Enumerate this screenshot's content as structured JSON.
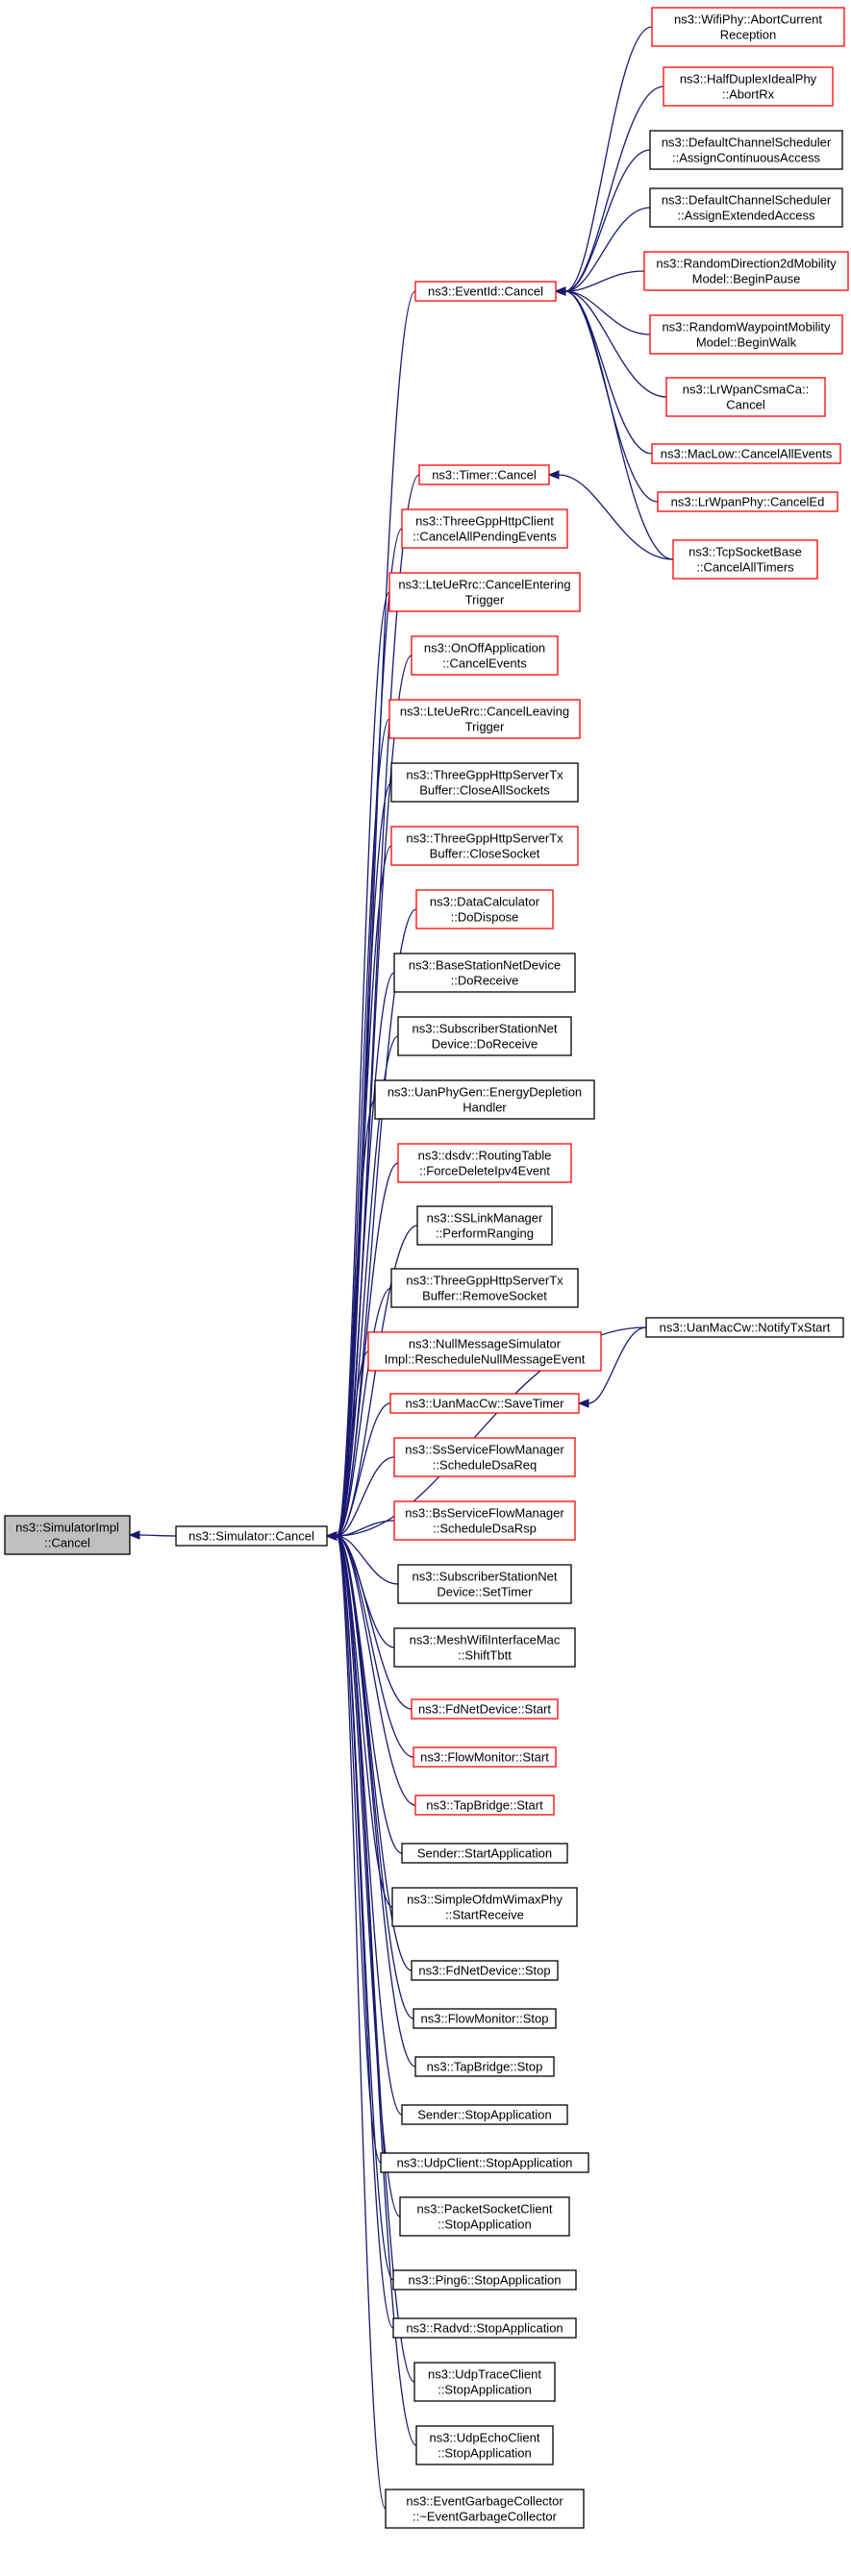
{
  "diagram": {
    "colors": {
      "edge": "#191970",
      "unvisited_border": "#ff0000",
      "visited_border": "#000000",
      "root_fill": "#bfbfbf"
    },
    "nodes": [
      {
        "id": "root",
        "lines": [
          "ns3::SimulatorImpl",
          "::Cancel"
        ],
        "style": "root"
      },
      {
        "id": "sim",
        "lines": [
          "ns3::Simulator::Cancel"
        ],
        "style": "black"
      },
      {
        "id": "evc",
        "lines": [
          "ns3::EventId::Cancel"
        ],
        "style": "red"
      },
      {
        "id": "wifi",
        "lines": [
          "ns3::WifiPhy::AbortCurrent",
          "Reception"
        ],
        "style": "red"
      },
      {
        "id": "hdip",
        "lines": [
          "ns3::HalfDuplexIdealPhy",
          "::AbortRx"
        ],
        "style": "red"
      },
      {
        "id": "dcs1",
        "lines": [
          "ns3::DefaultChannelScheduler",
          "::AssignContinuousAccess"
        ],
        "style": "black"
      },
      {
        "id": "dcs2",
        "lines": [
          "ns3::DefaultChannelScheduler",
          "::AssignExtendedAccess"
        ],
        "style": "black"
      },
      {
        "id": "rd2d",
        "lines": [
          "ns3::RandomDirection2dMobility",
          "Model::BeginPause"
        ],
        "style": "red"
      },
      {
        "id": "rwm",
        "lines": [
          "ns3::RandomWaypointMobility",
          "Model::BeginWalk"
        ],
        "style": "red"
      },
      {
        "id": "lrcsma",
        "lines": [
          "ns3::LrWpanCsmaCa::",
          "Cancel"
        ],
        "style": "red"
      },
      {
        "id": "maclow",
        "lines": [
          "ns3::MacLow::CancelAllEvents"
        ],
        "style": "red"
      },
      {
        "id": "lrphy",
        "lines": [
          "ns3::LrWpanPhy::CancelEd"
        ],
        "style": "red"
      },
      {
        "id": "tcpsb",
        "lines": [
          "ns3::TcpSocketBase",
          "::CancelAllTimers"
        ],
        "style": "red"
      },
      {
        "id": "timer",
        "lines": [
          "ns3::Timer::Cancel"
        ],
        "style": "red"
      },
      {
        "id": "tghc",
        "lines": [
          "ns3::ThreeGppHttpClient",
          "::CancelAllPendingEvents"
        ],
        "style": "red"
      },
      {
        "id": "lter1",
        "lines": [
          "ns3::LteUeRrc::CancelEntering",
          "Trigger"
        ],
        "style": "red"
      },
      {
        "id": "onoff",
        "lines": [
          "ns3::OnOffApplication",
          "::CancelEvents"
        ],
        "style": "red"
      },
      {
        "id": "lter2",
        "lines": [
          "ns3::LteUeRrc::CancelLeaving",
          "Trigger"
        ],
        "style": "red"
      },
      {
        "id": "tgs1",
        "lines": [
          "ns3::ThreeGppHttpServerTx",
          "Buffer::CloseAllSockets"
        ],
        "style": "black"
      },
      {
        "id": "tgs2",
        "lines": [
          "ns3::ThreeGppHttpServerTx",
          "Buffer::CloseSocket"
        ],
        "style": "red"
      },
      {
        "id": "datac",
        "lines": [
          "ns3::DataCalculator",
          "::DoDispose"
        ],
        "style": "red"
      },
      {
        "id": "bsnd",
        "lines": [
          "ns3::BaseStationNetDevice",
          "::DoReceive"
        ],
        "style": "black"
      },
      {
        "id": "ssnd1",
        "lines": [
          "ns3::SubscriberStationNet",
          "Device::DoReceive"
        ],
        "style": "black"
      },
      {
        "id": "uanpg",
        "lines": [
          "ns3::UanPhyGen::EnergyDepletion",
          "Handler"
        ],
        "style": "black"
      },
      {
        "id": "dsdv",
        "lines": [
          "ns3::dsdv::RoutingTable",
          "::ForceDeleteIpv4Event"
        ],
        "style": "red"
      },
      {
        "id": "sslm",
        "lines": [
          "ns3::SSLinkManager",
          "::PerformRanging"
        ],
        "style": "black"
      },
      {
        "id": "tgs3",
        "lines": [
          "ns3::ThreeGppHttpServerTx",
          "Buffer::RemoveSocket"
        ],
        "style": "black"
      },
      {
        "id": "nullm",
        "lines": [
          "ns3::NullMessageSimulator",
          "Impl::RescheduleNullMessageEvent"
        ],
        "style": "red"
      },
      {
        "id": "uanst",
        "lines": [
          "ns3::UanMacCw::SaveTimer"
        ],
        "style": "red"
      },
      {
        "id": "uantx",
        "lines": [
          "ns3::UanMacCw::NotifyTxStart"
        ],
        "style": "black"
      },
      {
        "id": "ssfm",
        "lines": [
          "ns3::SsServiceFlowManager",
          "::ScheduleDsaReq"
        ],
        "style": "red"
      },
      {
        "id": "bsfm",
        "lines": [
          "ns3::BsServiceFlowManager",
          "::ScheduleDsaRsp"
        ],
        "style": "red"
      },
      {
        "id": "ssnd2",
        "lines": [
          "ns3::SubscriberStationNet",
          "Device::SetTimer"
        ],
        "style": "black"
      },
      {
        "id": "mesh",
        "lines": [
          "ns3::MeshWifiInterfaceMac",
          "::ShiftTbtt"
        ],
        "style": "black"
      },
      {
        "id": "fdstart",
        "lines": [
          "ns3::FdNetDevice::Start"
        ],
        "style": "red"
      },
      {
        "id": "fmstart",
        "lines": [
          "ns3::FlowMonitor::Start"
        ],
        "style": "red"
      },
      {
        "id": "tbstart",
        "lines": [
          "ns3::TapBridge::Start"
        ],
        "style": "red"
      },
      {
        "id": "sendsa",
        "lines": [
          "Sender::StartApplication"
        ],
        "style": "black"
      },
      {
        "id": "sowp",
        "lines": [
          "ns3::SimpleOfdmWimaxPhy",
          "::StartReceive"
        ],
        "style": "black"
      },
      {
        "id": "fdstop",
        "lines": [
          "ns3::FdNetDevice::Stop"
        ],
        "style": "black"
      },
      {
        "id": "fmstop",
        "lines": [
          "ns3::FlowMonitor::Stop"
        ],
        "style": "black"
      },
      {
        "id": "tbstop",
        "lines": [
          "ns3::TapBridge::Stop"
        ],
        "style": "black"
      },
      {
        "id": "sendso",
        "lines": [
          "Sender::StopApplication"
        ],
        "style": "black"
      },
      {
        "id": "udpc",
        "lines": [
          "ns3::UdpClient::StopApplication"
        ],
        "style": "black"
      },
      {
        "id": "psc",
        "lines": [
          "ns3::PacketSocketClient",
          "::StopApplication"
        ],
        "style": "black"
      },
      {
        "id": "ping6",
        "lines": [
          "ns3::Ping6::StopApplication"
        ],
        "style": "black"
      },
      {
        "id": "radvd",
        "lines": [
          "ns3::Radvd::StopApplication"
        ],
        "style": "black"
      },
      {
        "id": "udptc",
        "lines": [
          "ns3::UdpTraceClient",
          "::StopApplication"
        ],
        "style": "black"
      },
      {
        "id": "udpec",
        "lines": [
          "ns3::UdpEchoClient",
          "::StopApplication"
        ],
        "style": "black"
      },
      {
        "id": "egc",
        "lines": [
          "ns3::EventGarbageCollector",
          "::~EventGarbageCollector"
        ],
        "style": "black"
      }
    ],
    "edges": [
      [
        "sim",
        "root"
      ],
      [
        "evc",
        "sim"
      ],
      [
        "timer",
        "sim"
      ],
      [
        "tghc",
        "sim"
      ],
      [
        "lter1",
        "sim"
      ],
      [
        "onoff",
        "sim"
      ],
      [
        "lter2",
        "sim"
      ],
      [
        "tgs1",
        "sim"
      ],
      [
        "tgs2",
        "sim"
      ],
      [
        "datac",
        "sim"
      ],
      [
        "bsnd",
        "sim"
      ],
      [
        "ssnd1",
        "sim"
      ],
      [
        "uanpg",
        "sim"
      ],
      [
        "dsdv",
        "sim"
      ],
      [
        "uantx",
        "sim"
      ],
      [
        "sslm",
        "sim"
      ],
      [
        "tgs3",
        "sim"
      ],
      [
        "nullm",
        "sim"
      ],
      [
        "uanst",
        "sim"
      ],
      [
        "ssfm",
        "sim"
      ],
      [
        "bsfm",
        "sim"
      ],
      [
        "ssnd2",
        "sim"
      ],
      [
        "mesh",
        "sim"
      ],
      [
        "fdstart",
        "sim"
      ],
      [
        "fmstart",
        "sim"
      ],
      [
        "tbstart",
        "sim"
      ],
      [
        "sendsa",
        "sim"
      ],
      [
        "sowp",
        "sim"
      ],
      [
        "fdstop",
        "sim"
      ],
      [
        "fmstop",
        "sim"
      ],
      [
        "tbstop",
        "sim"
      ],
      [
        "sendso",
        "sim"
      ],
      [
        "udpc",
        "sim"
      ],
      [
        "psc",
        "sim"
      ],
      [
        "ping6",
        "sim"
      ],
      [
        "radvd",
        "sim"
      ],
      [
        "udptc",
        "sim"
      ],
      [
        "udpec",
        "sim"
      ],
      [
        "egc",
        "sim"
      ],
      [
        "wifi",
        "evc"
      ],
      [
        "hdip",
        "evc"
      ],
      [
        "dcs1",
        "evc"
      ],
      [
        "dcs2",
        "evc"
      ],
      [
        "rd2d",
        "evc"
      ],
      [
        "rwm",
        "evc"
      ],
      [
        "lrcsma",
        "evc"
      ],
      [
        "maclow",
        "evc"
      ],
      [
        "lrphy",
        "evc"
      ],
      [
        "tcpsb",
        "evc"
      ],
      [
        "tcpsb",
        "timer"
      ],
      [
        "uantx",
        "uanst"
      ]
    ]
  }
}
